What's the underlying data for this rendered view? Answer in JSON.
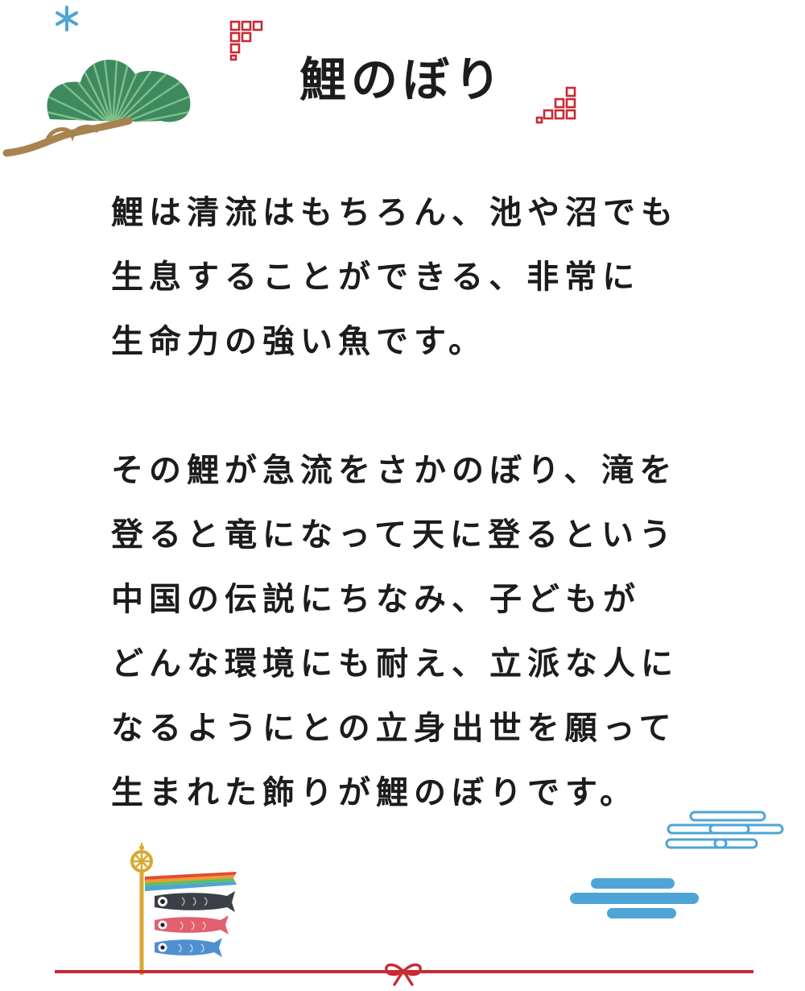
{
  "title": "鯉のぼり",
  "paragraphs": [
    [
      "鯉は清流はもちろん、池や沼でも",
      "生息することができる、非常に",
      "生命力の強い魚です。"
    ],
    [
      "その鯉が急流をさかのぼり、滝を",
      "登ると竜になって天に登るという",
      "中国の伝説にちなみ、子どもが",
      "どんな環境にも耐え、立派な人に",
      "なるようにとの立身出世を願って",
      "生まれた飾りが鯉のぼりです。"
    ]
  ],
  "icons": {
    "top_left": "pine-tree-icon",
    "sparkle": "asterisk-sparkle-icon",
    "pattern": "red-lattice-pattern-icon",
    "bottom_left": "koinobori-pole-icon",
    "clouds": "wave-cloud-icon",
    "ribbon": "ribbon-bow-icon"
  },
  "colors": {
    "text": "#1c1c1c",
    "accent_red": "#c92a35",
    "pine_green": "#3e8a5e",
    "trunk": "#a8834f",
    "sky_blue": "#4ea4d6",
    "gold": "#d9a830"
  }
}
